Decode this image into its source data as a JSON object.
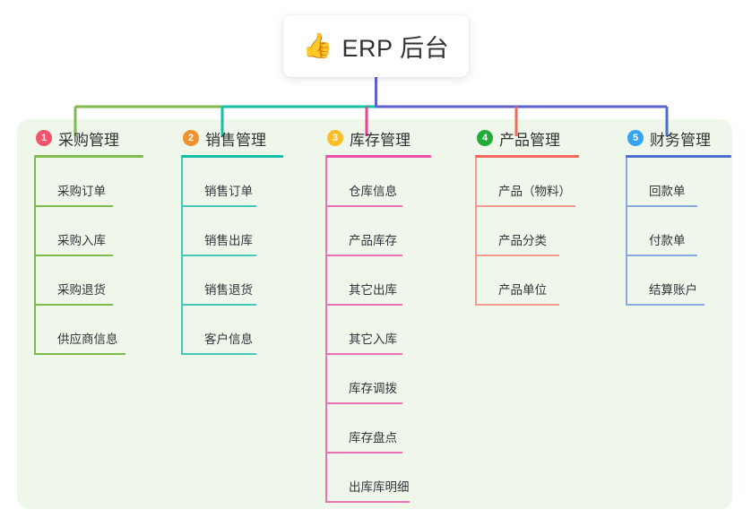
{
  "diagram": {
    "root": {
      "icon": "thumbs-up-icon",
      "icon_glyph": "👍",
      "label": "ERP 后台"
    },
    "panel_color": "#eef7e9",
    "background_color": "#ffffff",
    "bus_colors": {
      "left_green": "#7fba4c",
      "mid_teal": "#13bfa6",
      "right_purple": "#5f5fd0"
    },
    "columns": [
      {
        "number": "1",
        "title": "采购管理",
        "badge_color": "#f2536d",
        "rule_color": "#7fba4c",
        "line_color": "#7fba4c",
        "drop_color": "#7fba4c",
        "items": [
          {
            "label": "采购订单"
          },
          {
            "label": "采购入库"
          },
          {
            "label": "采购退货"
          },
          {
            "label": "供应商信息"
          }
        ]
      },
      {
        "number": "2",
        "title": "销售管理",
        "badge_color": "#f0922f",
        "rule_color": "#13bfa6",
        "line_color": "#44c8b8",
        "drop_color": "#13bfa6",
        "items": [
          {
            "label": "销售订单"
          },
          {
            "label": "销售出库"
          },
          {
            "label": "销售退货"
          },
          {
            "label": "客户信息"
          }
        ]
      },
      {
        "number": "3",
        "title": "库存管理",
        "badge_color": "#fbbe28",
        "rule_color": "#e84fa8",
        "line_color": "#ed6fb4",
        "drop_color": "#ed3f92",
        "items": [
          {
            "label": "仓库信息"
          },
          {
            "label": "产品库存"
          },
          {
            "label": "其它出库"
          },
          {
            "label": "其它入库"
          },
          {
            "label": "库存调拨"
          },
          {
            "label": "库存盘点"
          },
          {
            "label": "出库库明细"
          }
        ]
      },
      {
        "number": "4",
        "title": "产品管理",
        "badge_color": "#22ac38",
        "rule_color": "#f4695e",
        "line_color": "#f49a93",
        "drop_color": "#f4695e",
        "items": [
          {
            "label": "产品（物料）"
          },
          {
            "label": "产品分类"
          },
          {
            "label": "产品单位"
          }
        ]
      },
      {
        "number": "5",
        "title": "财务管理",
        "badge_color": "#36a3f0",
        "rule_color": "#4a6fd0",
        "line_color": "#8ca8e0",
        "drop_color": "#4a6fd0",
        "items": [
          {
            "label": "回款单"
          },
          {
            "label": "付款单"
          },
          {
            "label": "结算账户"
          }
        ]
      }
    ]
  }
}
